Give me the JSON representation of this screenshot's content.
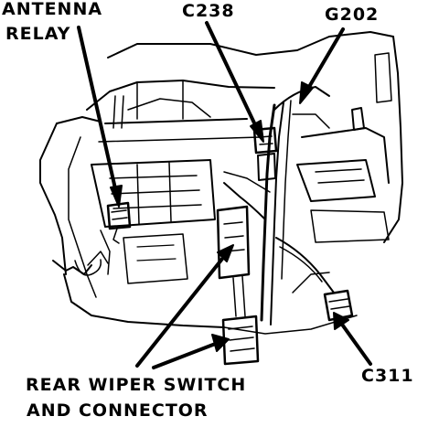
{
  "labels": {
    "antenna_line1": "ANTENNA",
    "antenna_line2": "RELAY",
    "c238": "C238",
    "g202": "G202",
    "c311": "C311",
    "rear_line1": "REAR WIPER SWITCH",
    "rear_line2": "AND CONNECTOR"
  },
  "colors": {
    "ink": "#000000",
    "paper": "#ffffff"
  }
}
